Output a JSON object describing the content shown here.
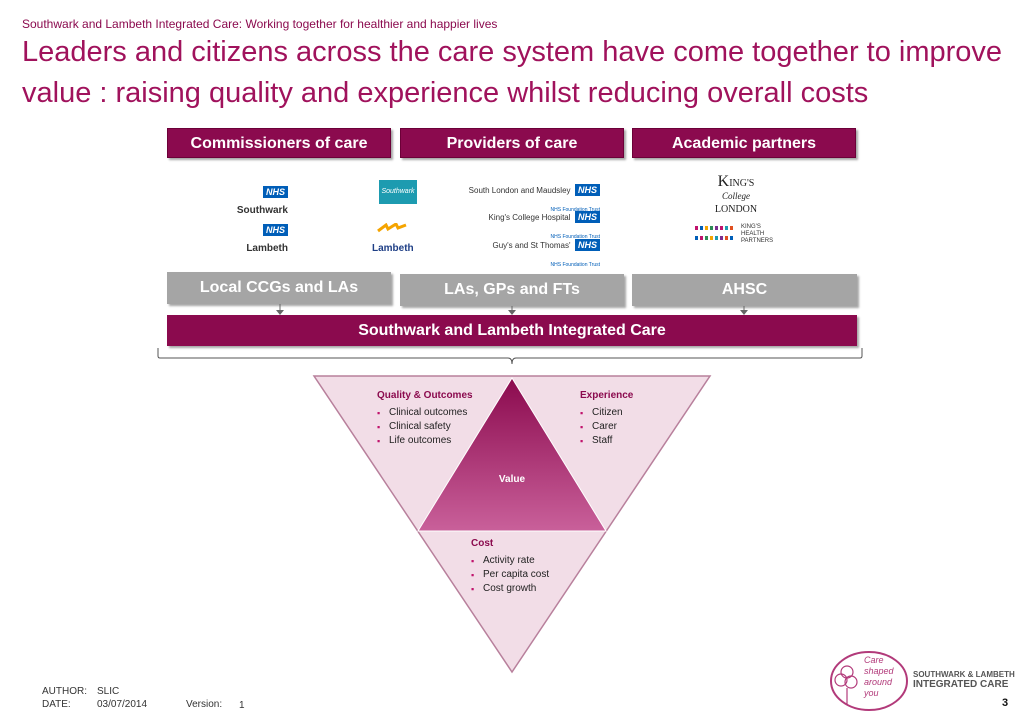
{
  "header": {
    "strapline": "Southwark and Lambeth Integrated Care: Working together for healthier and happier lives",
    "title": "Leaders and citizens across the care system have come together to improve value : raising quality and experience whilst reducing overall costs"
  },
  "columns": [
    {
      "label": "Commissioners of care"
    },
    {
      "label": "Providers of care"
    },
    {
      "label": "Academic partners"
    }
  ],
  "logos": {
    "nhs_badge": "NHS",
    "southwark": "Southwark",
    "lambeth": "Lambeth",
    "lambeth_council": "Lambeth",
    "southwark_council": "Southwark",
    "slam": "South London and Maudsley",
    "kings_hospital": "King's College Hospital",
    "gstt": "Guy's and St Thomas'",
    "foundation_trust": "NHS Foundation Trust",
    "kcl_k": "K",
    "kcl_ings": "ING'S",
    "kcl_college": "College",
    "kcl_london": "LONDON",
    "khp_line1": "KING'S",
    "khp_line2": "HEALTH",
    "khp_line3": "PARTNERS"
  },
  "groups": {
    "commissioners": "Local CCGs and LAs",
    "providers": "LAs, GPs and FTs",
    "academic": "AHSC"
  },
  "integrated_bar": "Southwark and Lambeth Integrated Care",
  "triangle": {
    "quality": {
      "heading": "Quality & Outcomes",
      "items": [
        "Clinical outcomes",
        "Clinical safety",
        "Life outcomes"
      ]
    },
    "experience": {
      "heading": "Experience",
      "items": [
        "Citizen",
        "Carer",
        "Staff"
      ]
    },
    "value_label": "Value",
    "cost": {
      "heading": "Cost",
      "items": [
        "Activity rate",
        "Per capita cost",
        "Cost growth"
      ]
    }
  },
  "footer": {
    "author_label": "AUTHOR:",
    "author": "SLIC",
    "date_label": "DATE:",
    "date": "03/07/2014",
    "version_label": "Version:",
    "version": "1",
    "page_number": "3",
    "logo_line1": "SOUTHWARK & LAMBETH",
    "logo_line2": "INTEGRATED CARE",
    "care_line1": "Care",
    "care_line2": "shaped",
    "care_line3": "around",
    "care_line4": "you"
  },
  "colors": {
    "brand": "#8b0a4e",
    "title": "#a0125c",
    "grey_box": "#a5a5a5",
    "nhs_blue": "#005eb8",
    "triangle_light": "#f2dde7",
    "triangle_inner": "#b8407e"
  }
}
